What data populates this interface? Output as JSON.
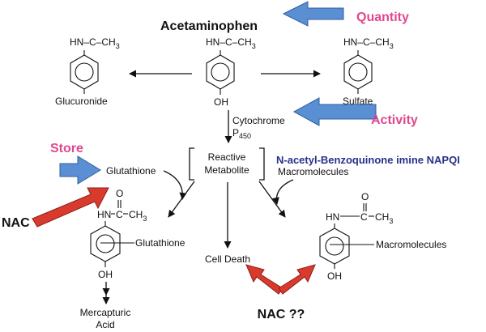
{
  "title": "Acetaminophen",
  "labels": {
    "quantity": "Quantity",
    "activity": "Activity",
    "store": "Store",
    "nac": "NAC",
    "nac_question": "NAC ??",
    "napqi": "N-acetyl-Benzoquinone imine NAPQI"
  },
  "molecules": {
    "acetaminophen": {
      "group": "HN–C–CH",
      "group_sub": "3",
      "ring_sub": "OH"
    },
    "glucuronide": {
      "group": "HN–C–CH",
      "group_sub": "3",
      "label": "Glucuronide"
    },
    "sulfate": {
      "group": "HN–C–CH",
      "group_sub": "3",
      "label": "Sulfate"
    },
    "glut_conjugate": {
      "nh": "HN",
      "c": "C",
      "ch3": "CH",
      "ch3_sub": "3",
      "o": "O",
      "attached": "Glutathione",
      "oh": "OH"
    },
    "macro_conjugate": {
      "nh": "HN",
      "c": "C",
      "ch3": "CH",
      "ch3_sub": "3",
      "o": "O",
      "attached": "Macromolecules",
      "oh": "OH"
    }
  },
  "enzyme": {
    "line1": "Cytochrome",
    "line2": "P",
    "sub": "450"
  },
  "reactive": {
    "line1": "Reactive",
    "line2": "Metabolite"
  },
  "reagents": {
    "glutathione": "Glutathione",
    "macromolecules": "Macromolecules"
  },
  "outcomes": {
    "cell_death": "Cell Death",
    "mercapturic_1": "Mercapturic",
    "mercapturic_2": "Acid"
  },
  "colors": {
    "blue_arrow": "#5b8fd4",
    "red_arrow": "#d93a2e",
    "pink": "#e0478e",
    "navy": "#27318b"
  }
}
